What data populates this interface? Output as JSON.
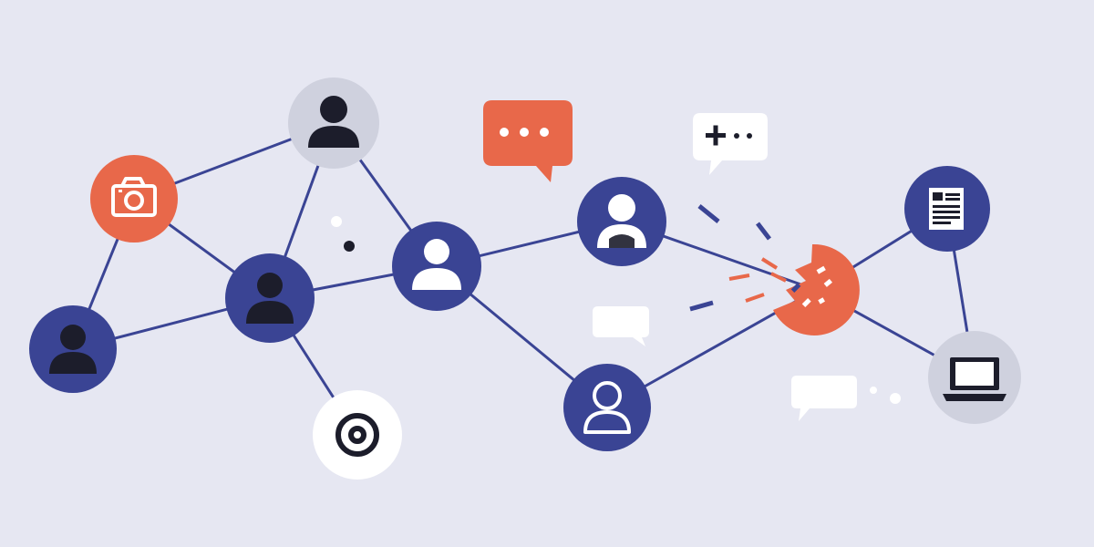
{
  "palette": {
    "background": "#e6e7f2",
    "navy": "#3a4494",
    "orange": "#e8684a",
    "gray_node": "#cfd1de",
    "white": "#ffffff",
    "dark_icon": "#1c1d2b",
    "edge": "#3a4494"
  },
  "nodes": [
    {
      "id": "user-top",
      "icon": "user-icon",
      "fill": "gray",
      "glyph": "dark"
    },
    {
      "id": "camera",
      "icon": "camera-icon",
      "fill": "orange",
      "glyph": "white-outline"
    },
    {
      "id": "user-left",
      "icon": "user-icon",
      "fill": "navy",
      "glyph": "dark"
    },
    {
      "id": "user-center-left",
      "icon": "user-icon",
      "fill": "navy",
      "glyph": "dark"
    },
    {
      "id": "target",
      "icon": "target-icon",
      "fill": "white",
      "glyph": "dark"
    },
    {
      "id": "user-center",
      "icon": "user-icon",
      "fill": "navy",
      "glyph": "white"
    },
    {
      "id": "user-upper-right",
      "icon": "user-icon",
      "fill": "navy",
      "glyph": "white"
    },
    {
      "id": "user-lower-center",
      "icon": "user-icon",
      "fill": "navy",
      "glyph": "white-outline"
    },
    {
      "id": "broken-node",
      "icon": "broken-connection-icon",
      "fill": "orange",
      "glyph": "fragments"
    },
    {
      "id": "document",
      "icon": "document-icon",
      "fill": "navy",
      "glyph": "white"
    },
    {
      "id": "laptop",
      "icon": "laptop-icon",
      "fill": "gray",
      "glyph": "dark"
    }
  ],
  "edges": [
    [
      "camera",
      "user-top"
    ],
    [
      "camera",
      "user-center-left"
    ],
    [
      "camera",
      "user-left"
    ],
    [
      "user-left",
      "user-center-left"
    ],
    [
      "user-top",
      "user-center-left"
    ],
    [
      "user-top",
      "user-center"
    ],
    [
      "user-center-left",
      "user-center"
    ],
    [
      "user-center-left",
      "target"
    ],
    [
      "user-center",
      "user-upper-right"
    ],
    [
      "user-center",
      "user-lower-center"
    ],
    [
      "user-upper-right",
      "broken-node"
    ],
    [
      "user-lower-center",
      "broken-node"
    ],
    [
      "broken-node",
      "document"
    ],
    [
      "broken-node",
      "laptop"
    ],
    [
      "document",
      "laptop"
    ]
  ],
  "bubbles": [
    {
      "id": "chat-orange",
      "icon": "typing-dots-icon",
      "fill": "orange"
    },
    {
      "id": "chat-plus",
      "icon": "plus-dots-icon",
      "fill": "white"
    },
    {
      "id": "chat-blank-center",
      "icon": "blank-chat-icon",
      "fill": "white"
    },
    {
      "id": "chat-blank-right",
      "icon": "blank-chat-icon",
      "fill": "white"
    }
  ]
}
